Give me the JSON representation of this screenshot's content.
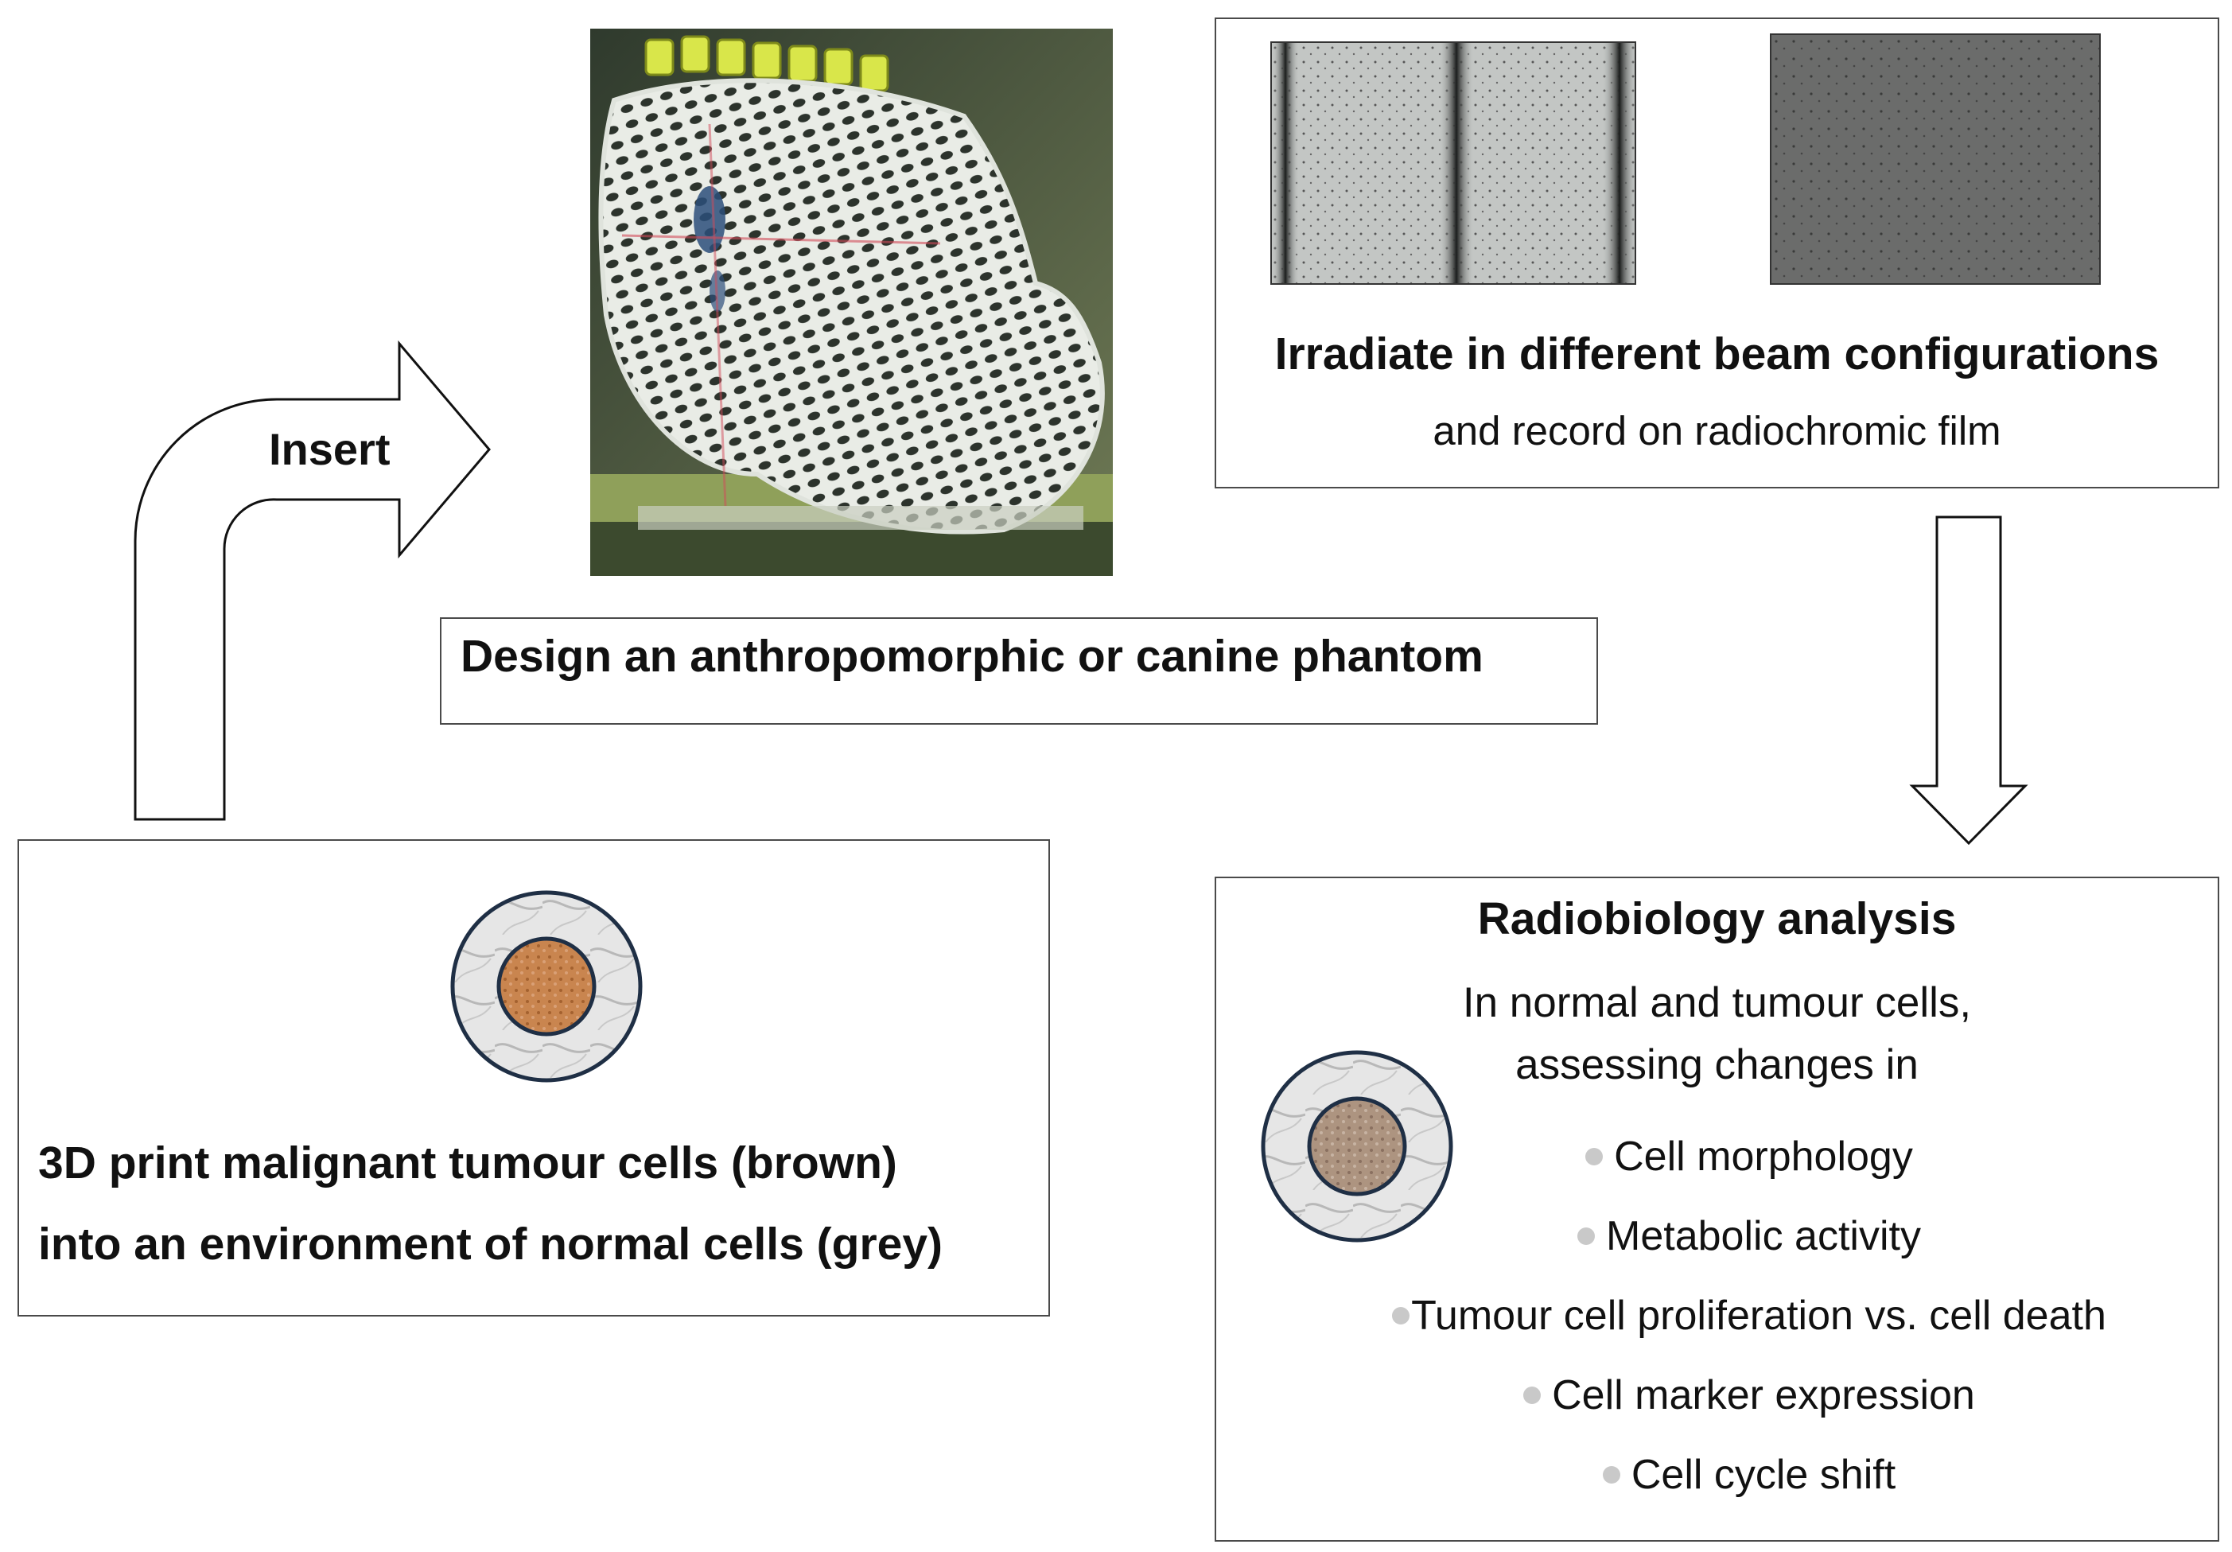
{
  "insert_label": "Insert",
  "phantom": {
    "title": "Design an anthropomorphic or canine phantom",
    "photo_icon": "phantom-mask-photo"
  },
  "irradiate": {
    "title": "Irradiate in different beam configurations",
    "subtitle": "and record on radiochromic film"
  },
  "print": {
    "line1": "3D print malignant tumour cells (brown)",
    "line2": "into an environment of normal cells (grey)",
    "tumour_color": "#c9854f",
    "normal_color": "#e4e4e4",
    "ring_border": "#1f2f45"
  },
  "analysis": {
    "title": "Radiobiology analysis",
    "intro_line1": "In normal and tumour cells,",
    "intro_line2": "assessing changes in",
    "items": [
      "Cell morphology",
      "Metabolic activity",
      "Tumour cell proliferation vs. cell death",
      "Cell marker expression",
      "Cell cycle shift"
    ],
    "tumour_color": "#ad9480"
  }
}
